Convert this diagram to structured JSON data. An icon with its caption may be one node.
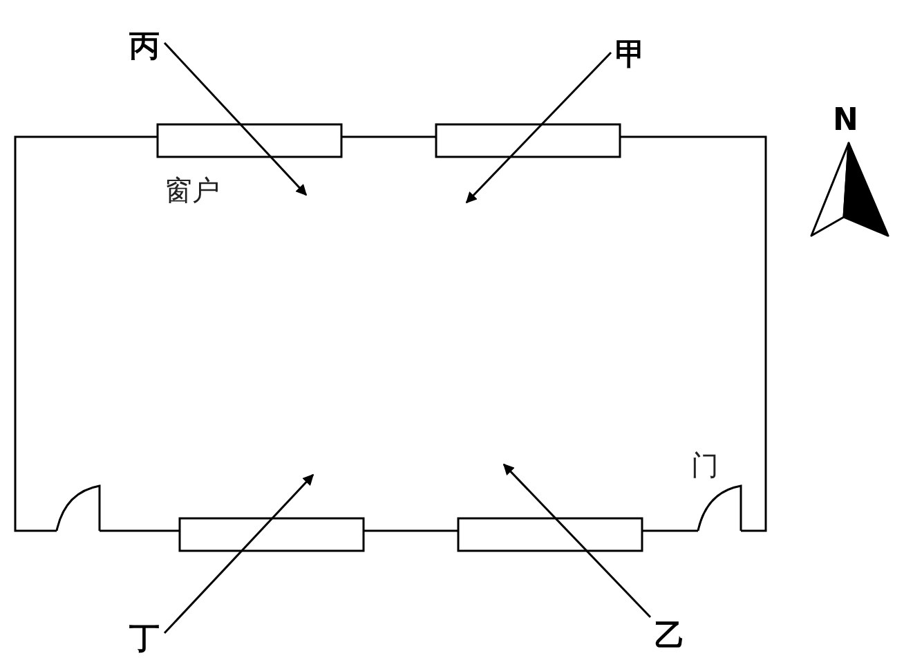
{
  "diagram": {
    "nodes": [
      {
        "text": [
          "丙"
        ]
      },
      {
        "text": [
          "甲"
        ]
      },
      {
        "text": [
          "丁"
        ]
      },
      {
        "text": [
          "乙"
        ]
      }
    ],
    "edges": [
      {
        "from": 0,
        "to": null,
        "arrow": "to"
      },
      {
        "from": 1,
        "to": null,
        "arrow": "to"
      },
      {
        "from": 2,
        "to": null,
        "arrow": "to"
      },
      {
        "from": 3,
        "to": null,
        "arrow": "to"
      }
    ],
    "labels": [
      "窗户",
      "门",
      "N"
    ]
  }
}
